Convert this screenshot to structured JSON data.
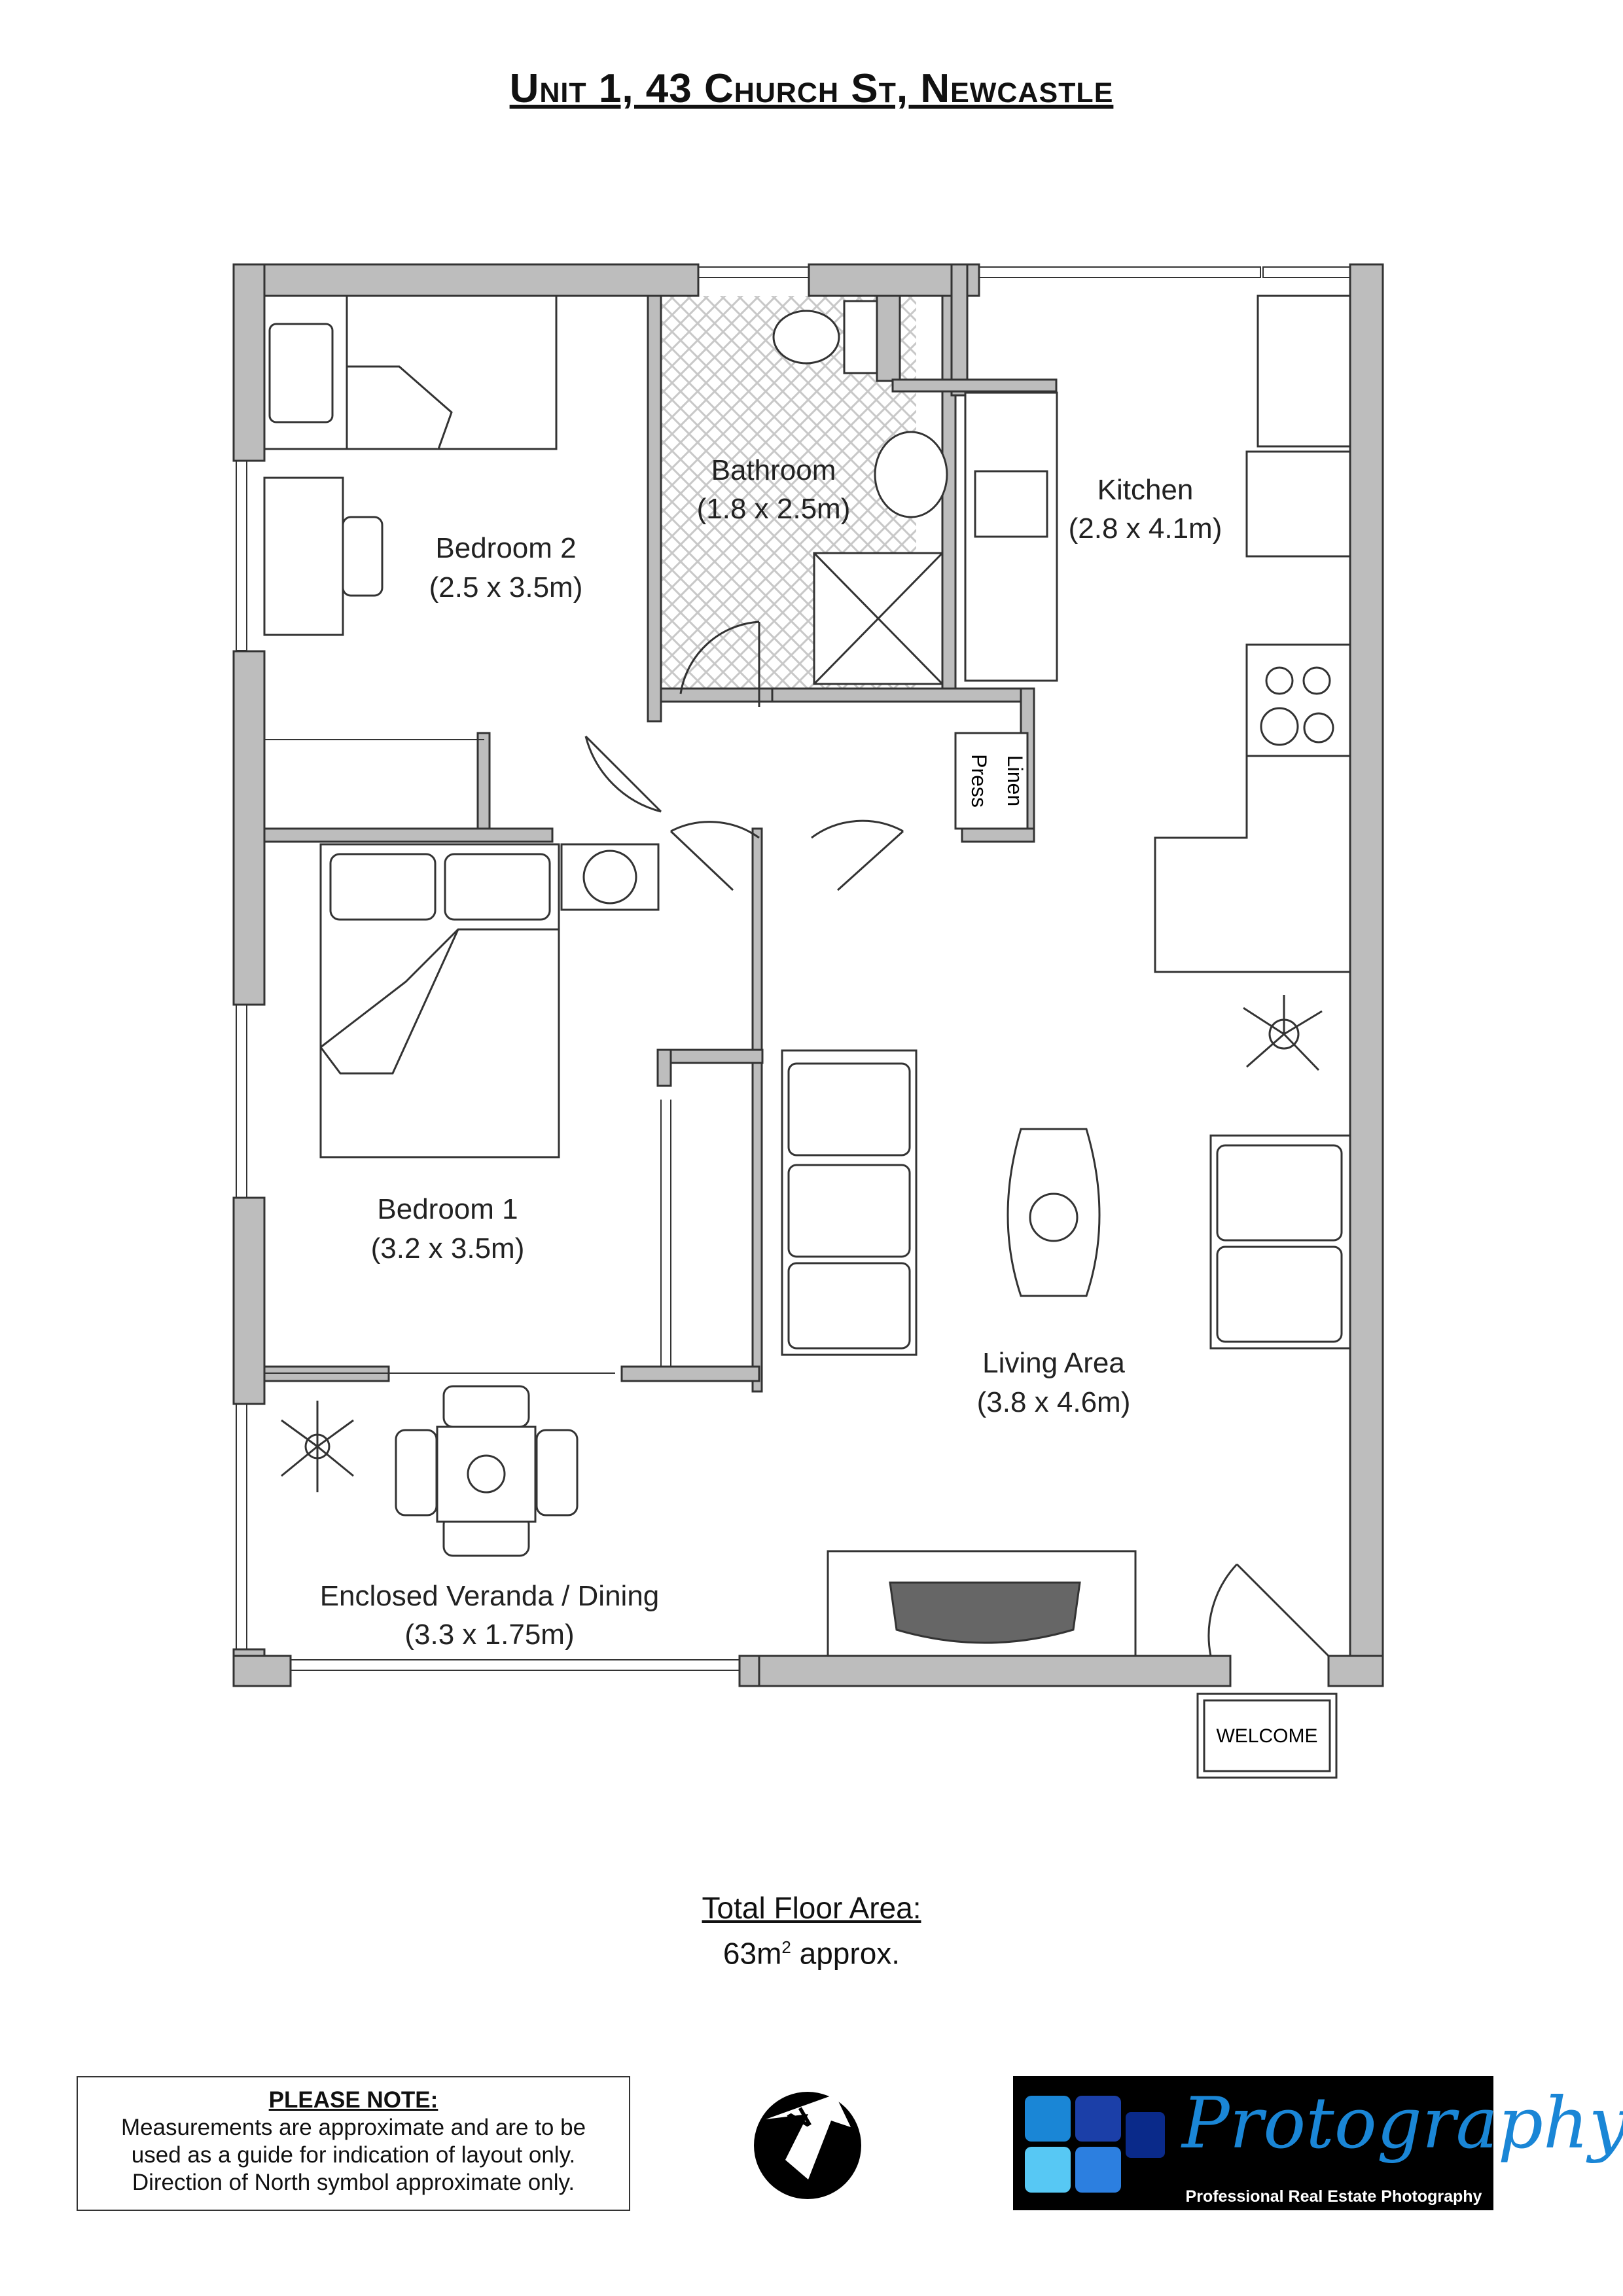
{
  "title": "Unit 1, 43 Church St, Newcastle",
  "rooms": [
    {
      "name": "Bedroom 2",
      "size": "(2.5 x 3.5m)"
    },
    {
      "name": "Bathroom",
      "size": "(1.8 x 2.5m)"
    },
    {
      "name": "Kitchen",
      "size": "(2.8 x 4.1m)"
    },
    {
      "name": "Bedroom 1",
      "size": "(3.2 x 3.5m)"
    },
    {
      "name": "Living Area",
      "size": "(3.8 x 4.6m)"
    },
    {
      "name": "Enclosed Veranda / Dining",
      "size": "(3.3 x 1.75m)"
    }
  ],
  "linen": {
    "line1": "Linen",
    "line2": "Press"
  },
  "welcome": "WELCOME",
  "total_area": {
    "heading": "Total Floor Area:",
    "value": "63m",
    "sup": "2",
    "suffix": " approx."
  },
  "note": {
    "heading": "PLEASE NOTE:",
    "lines": [
      "Measurements are approximate and are to be",
      "used as a guide for indication of layout only.",
      "Direction of North symbol approximate only."
    ]
  },
  "compass": {
    "letter": "N"
  },
  "logo": {
    "brand_pro": "Pro",
    "brand_rest": "tography",
    "tagline": "Professional Real Estate Photography"
  },
  "colors": {
    "wall": "#bdbdbd",
    "wall_stroke": "#333333",
    "tile": "#c8c8c8",
    "logo_blue": "#1a86d6"
  }
}
